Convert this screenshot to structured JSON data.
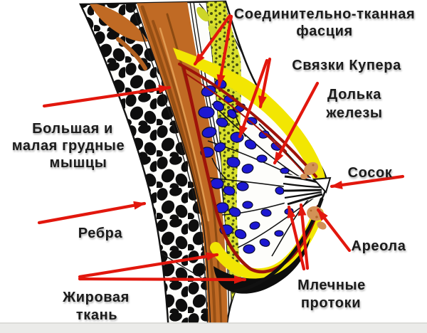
{
  "diagram": {
    "labels": {
      "fascia": [
        "Соединительно-тканная",
        "фасция"
      ],
      "cooper_ligaments": "Связки Купера",
      "gland_lobule": [
        "Долька",
        "железы"
      ],
      "nipple": "Сосок",
      "pectoral_muscles": [
        "Большая и",
        "малая грудные",
        "мышцы"
      ],
      "ribs": "Ребра",
      "fat_tissue": [
        "Жировая",
        "ткань"
      ],
      "areola": "Ареола",
      "milk_ducts": [
        "Млечные",
        "протоки"
      ]
    },
    "colors": {
      "arrow_red": "#e2170d",
      "label_text": "#1b1b1b",
      "fat_yellow": "#f2e603",
      "subcutaneous_fat_green": "#d9e02b",
      "speckle_dark": "#454f10",
      "muscle_orange": "#c06a24",
      "lobule_blue": "#1c18d2",
      "gland_boundary_red": "#9e130a",
      "areola_tan": "#d39156",
      "rib_black": "#0e0e0e",
      "bottom_bar_gray": "#ebebe9"
    }
  }
}
